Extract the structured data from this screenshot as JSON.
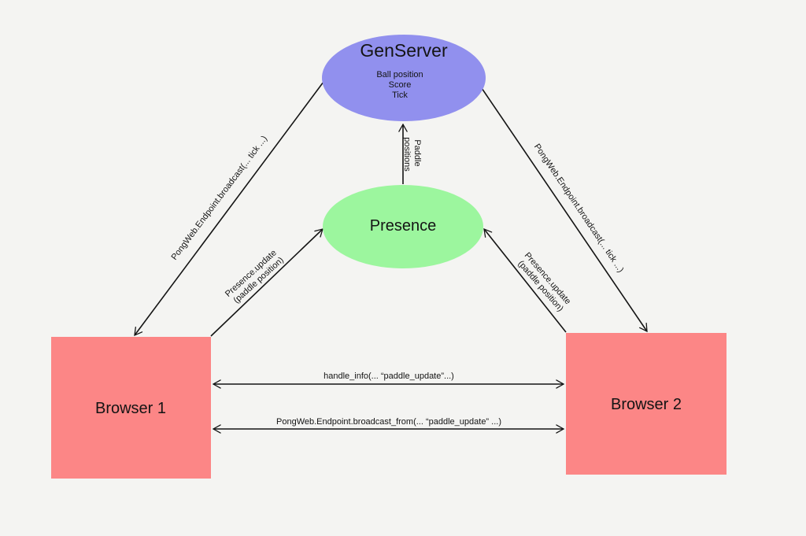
{
  "canvas": {
    "background": "#f4f4f2",
    "line_color": "#141414",
    "text_color": "#141414"
  },
  "nodes": {
    "genserver": {
      "title": "GenServer",
      "detail1": "Ball position",
      "detail2": "Score",
      "detail3": "Tick",
      "fill": "#9190ee"
    },
    "presence": {
      "title": "Presence",
      "fill": "#9cf69e"
    },
    "browser1": {
      "title": "Browser 1",
      "fill": "#fc8686"
    },
    "browser2": {
      "title": "Browser 2",
      "fill": "#fc8686"
    }
  },
  "edges": {
    "broadcast_left": {
      "label": "PongWeb.Endpoint.broadcast(... tick ...)"
    },
    "broadcast_right": {
      "label": "PongWeb.Endpoint.broadcast(... tick ...)"
    },
    "paddle_positions": {
      "line1": "Paddle",
      "line2": "positions"
    },
    "presence_update_left": {
      "line1": "Presence.update",
      "line2": "(paddle position)"
    },
    "presence_update_right": {
      "line1": "Presence.update",
      "line2": "(paddle position)"
    },
    "handle_info": {
      "label": "handle_info(... “paddle_update”...)"
    },
    "broadcast_from": {
      "label": "PongWeb.Endpoint.broadcast_from(... “paddle_update” ...)"
    }
  }
}
